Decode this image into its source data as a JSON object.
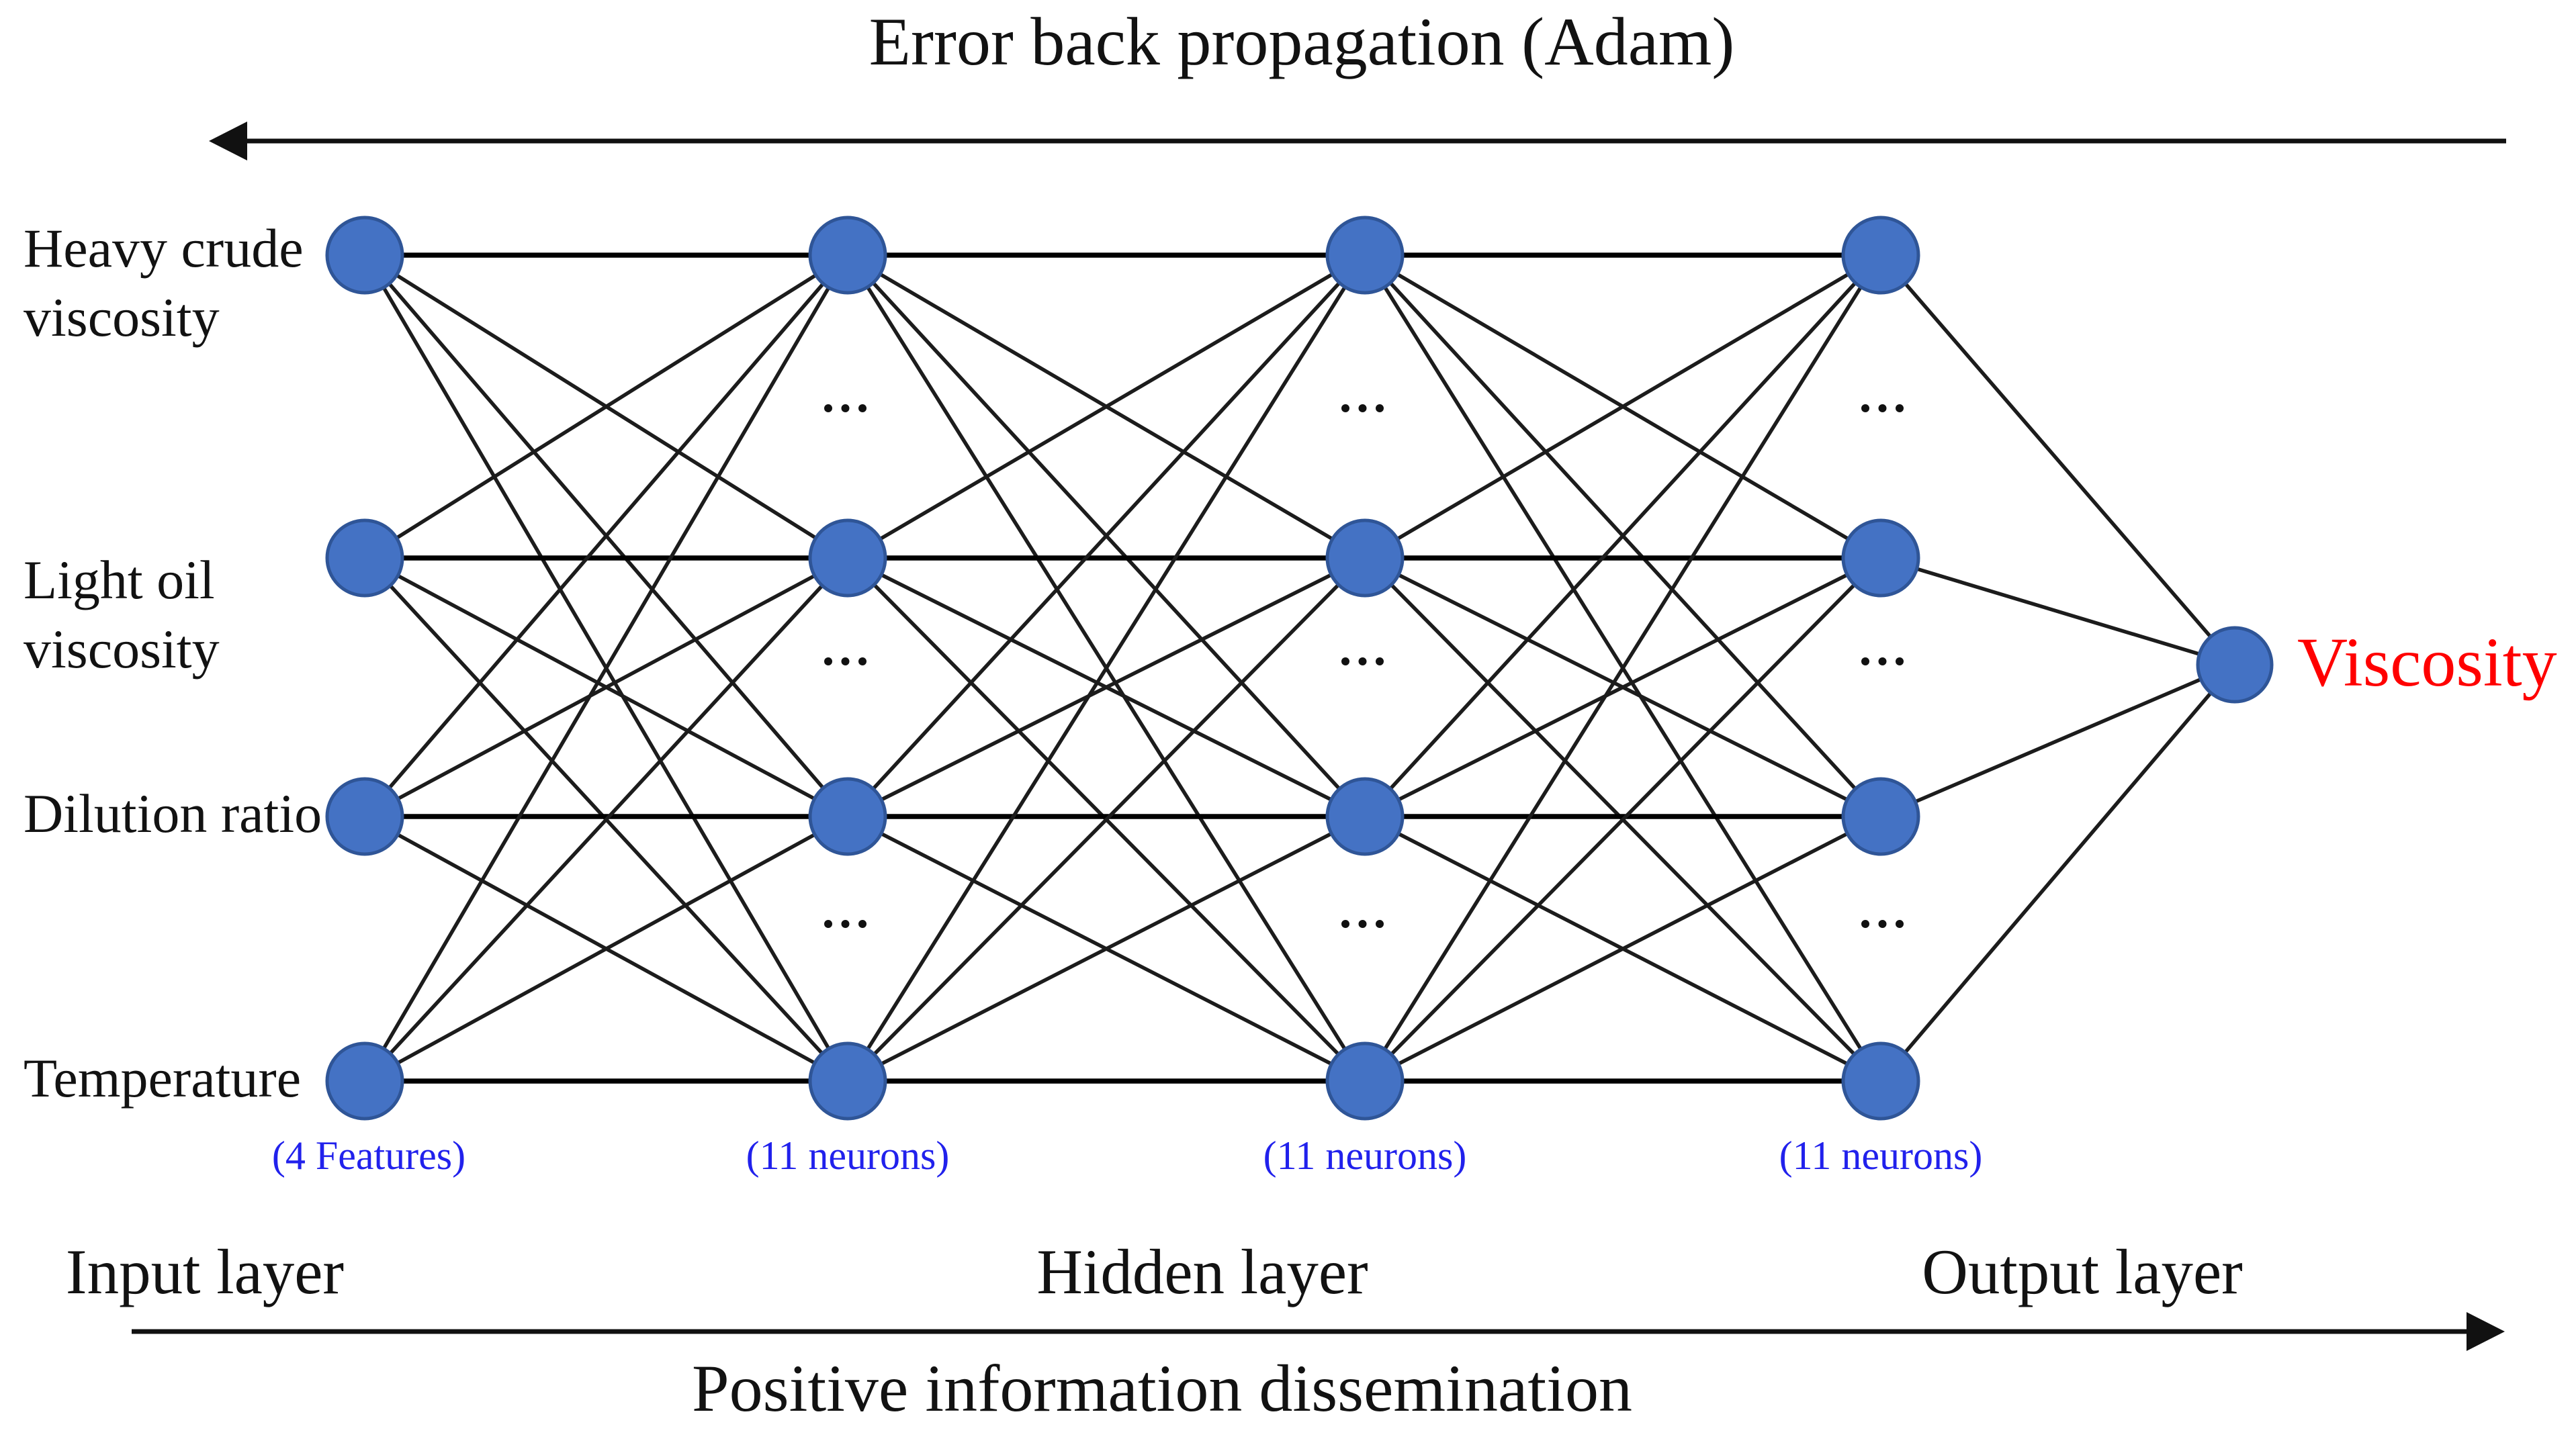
{
  "figure": {
    "title": "Error back propagation (Adam)",
    "input_features": [
      {
        "label": "Heavy crude\nviscosity"
      },
      {
        "label": "Light oil\nviscosity"
      },
      {
        "label": "Dilution ratio"
      },
      {
        "label": "Temperature"
      }
    ],
    "layers": {
      "counts": [
        "(4 Features)",
        "(11 neurons)",
        "(11 neurons)",
        "(11 neurons)"
      ],
      "labels": [
        "Input layer",
        "Hidden layer",
        "Output layer"
      ]
    },
    "output_label": "Viscosity",
    "bottom_caption": "Positive information dissemination",
    "ellipsis": "...",
    "colors": {
      "node_fill": "#4472C4",
      "node_stroke": "#2F5597",
      "line": "#1c1c1c",
      "caption_blue": "#2121EC",
      "output_red": "#FF0000",
      "text": "#121212"
    }
  }
}
